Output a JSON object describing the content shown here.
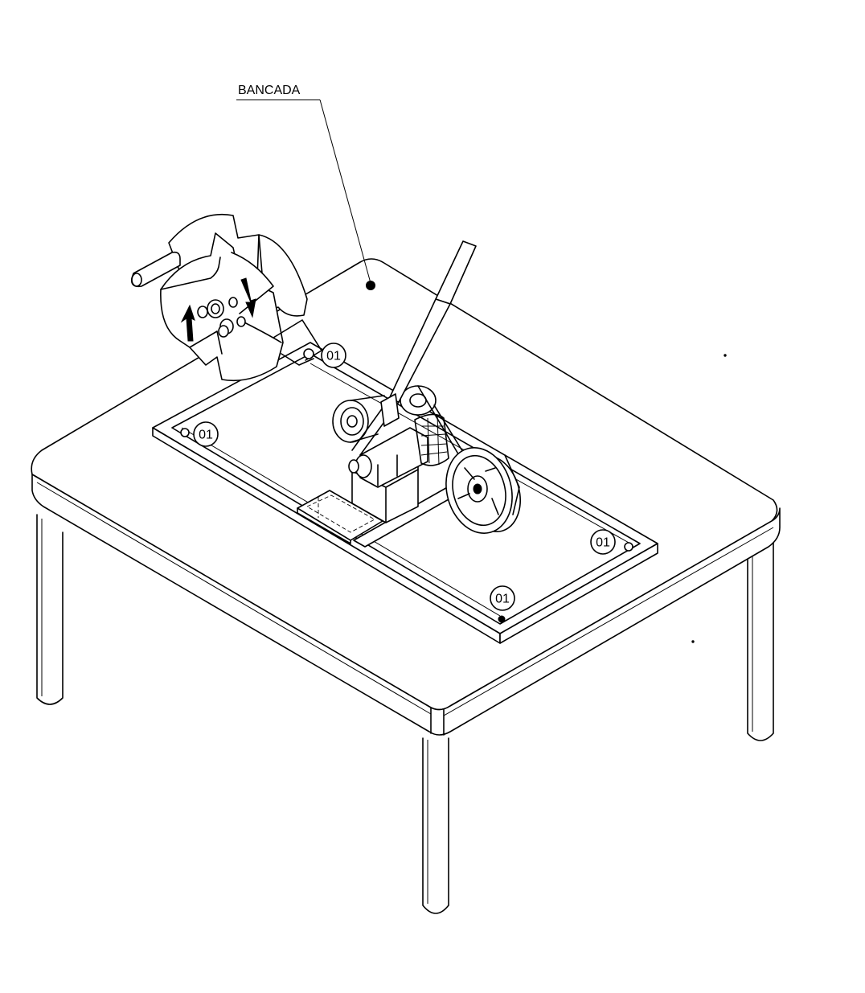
{
  "labels": {
    "bancada": "BANCADA"
  },
  "callouts": [
    "01",
    "01",
    "01",
    "01"
  ]
}
